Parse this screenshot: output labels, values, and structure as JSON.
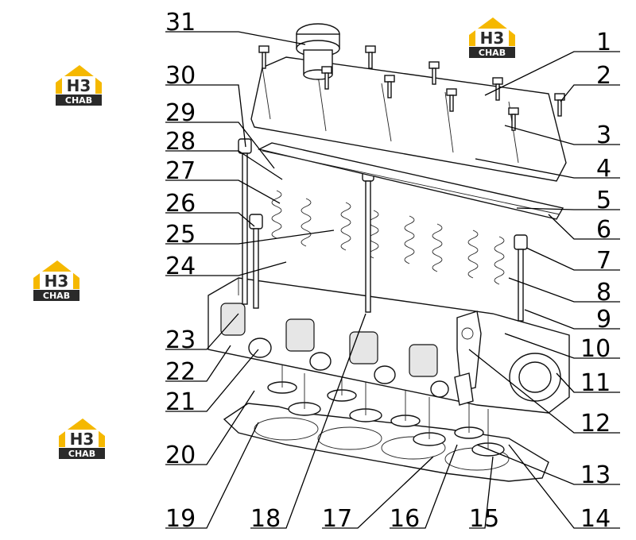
{
  "logos": {
    "mark": "H3",
    "label": "CHAB",
    "colors": {
      "gold": "#f5b800",
      "dark": "#2a2a2a",
      "white": "#ffffff"
    }
  },
  "callouts_left": [
    {
      "num": "31"
    },
    {
      "num": "30"
    },
    {
      "num": "29"
    },
    {
      "num": "28"
    },
    {
      "num": "27"
    },
    {
      "num": "26"
    },
    {
      "num": "25"
    },
    {
      "num": "24"
    },
    {
      "num": "23"
    },
    {
      "num": "22"
    },
    {
      "num": "21"
    },
    {
      "num": "20"
    }
  ],
  "callouts_right": [
    {
      "num": "1"
    },
    {
      "num": "2"
    },
    {
      "num": "3"
    },
    {
      "num": "4"
    },
    {
      "num": "5"
    },
    {
      "num": "6"
    },
    {
      "num": "7"
    },
    {
      "num": "8"
    },
    {
      "num": "9"
    },
    {
      "num": "10"
    },
    {
      "num": "11"
    },
    {
      "num": "12"
    },
    {
      "num": "13"
    }
  ],
  "callouts_bottom": [
    {
      "num": "19"
    },
    {
      "num": "18"
    },
    {
      "num": "17"
    },
    {
      "num": "16"
    },
    {
      "num": "15"
    },
    {
      "num": "14"
    }
  ]
}
